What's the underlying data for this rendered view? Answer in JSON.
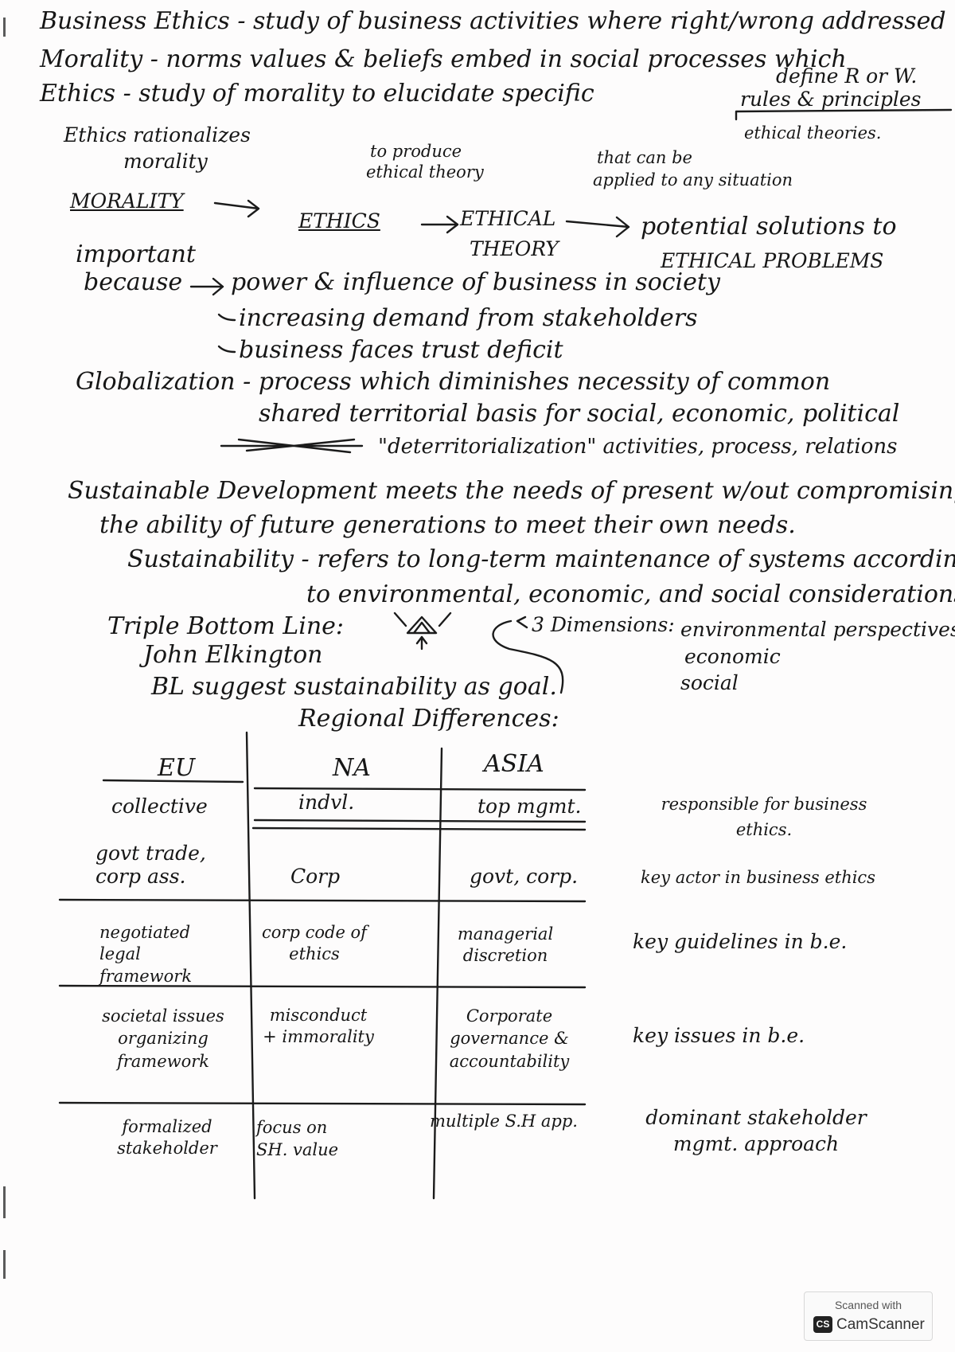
{
  "notes": {
    "line1": "Business Ethics - study of business activities where right/wrong addressed",
    "line2": "Morality - norms values & beliefs embed in social processes which",
    "line2_cont": "define R or W.",
    "line3": "Ethics - study of morality to elucidate specific",
    "line3_boxed": "rules & principles",
    "line3_sub": "ethical theories.",
    "rationalizes_1": "Ethics rationalizes",
    "rationalizes_2": "morality",
    "produce_1": "to produce",
    "produce_2": "ethical theory",
    "applied_1": "that can be",
    "applied_2": "applied to any situation",
    "flow_morality": "MORALITY",
    "flow_ethics": "ETHICS",
    "flow_theory_1": "ETHICAL",
    "flow_theory_2": "THEORY",
    "flow_solutions_1": "potential solutions to",
    "flow_solutions_2": "ETHICAL PROBLEMS",
    "important_1": "important",
    "important_2": "because",
    "reason_1": "power & influence of business in society",
    "reason_2": "increasing demand from stakeholders",
    "reason_3": "business faces trust deficit",
    "globalization": "Globalization - process which diminishes necessity of common",
    "globalization_2": "shared territorial basis for social, economic, political",
    "globalization_3": "\"deterritorialization\" activities, process, relations",
    "sd_1": "Sustainable Development meets the needs of present w/out compromising",
    "sd_2": "the ability of future generations to meet their own needs.",
    "sus_1": "Sustainability - refers to long-term maintenance of systems according",
    "sus_2": "to environmental, economic, and social considerations.",
    "tbl_1": "Triple Bottom Line:",
    "tbl_2": "John Elkington",
    "tbl_3": "BL suggest sustainability as goal.",
    "dims_label": "3 Dimensions:",
    "dim_1": "environmental perspectives,",
    "dim_2": "economic",
    "dim_3": "social",
    "regional_title": "Regional Differences:"
  },
  "regional_table": {
    "headers": [
      "EU",
      "NA",
      "ASIA"
    ],
    "rows": [
      {
        "eu": "collective",
        "na": "indvl.",
        "asia": "top mgmt.",
        "label": "responsible for business ethics."
      },
      {
        "eu": "govt trade, corp ass.",
        "na": "Corp",
        "asia": "govt, corp.",
        "label": "key actor in business ethics"
      },
      {
        "eu": "negotiated legal framework",
        "na": "corp code of ethics",
        "asia": "managerial discretion",
        "label": "key guidelines in b.e."
      },
      {
        "eu": "societal issues organizing framework",
        "na": "misconduct + immorality",
        "asia": "Corporate governance & accountability",
        "label": "key issues in b.e."
      },
      {
        "eu": "formalized stakeholder",
        "na": "focus on SH. value",
        "asia": "multiple S.H app.",
        "label": "dominant stakeholder mgmt. approach"
      }
    ]
  },
  "watermark": {
    "line1": "Scanned with",
    "badge": "CS",
    "line2": "CamScanner"
  },
  "colors": {
    "ink": "#161616",
    "paper": "#fdfcfc"
  }
}
